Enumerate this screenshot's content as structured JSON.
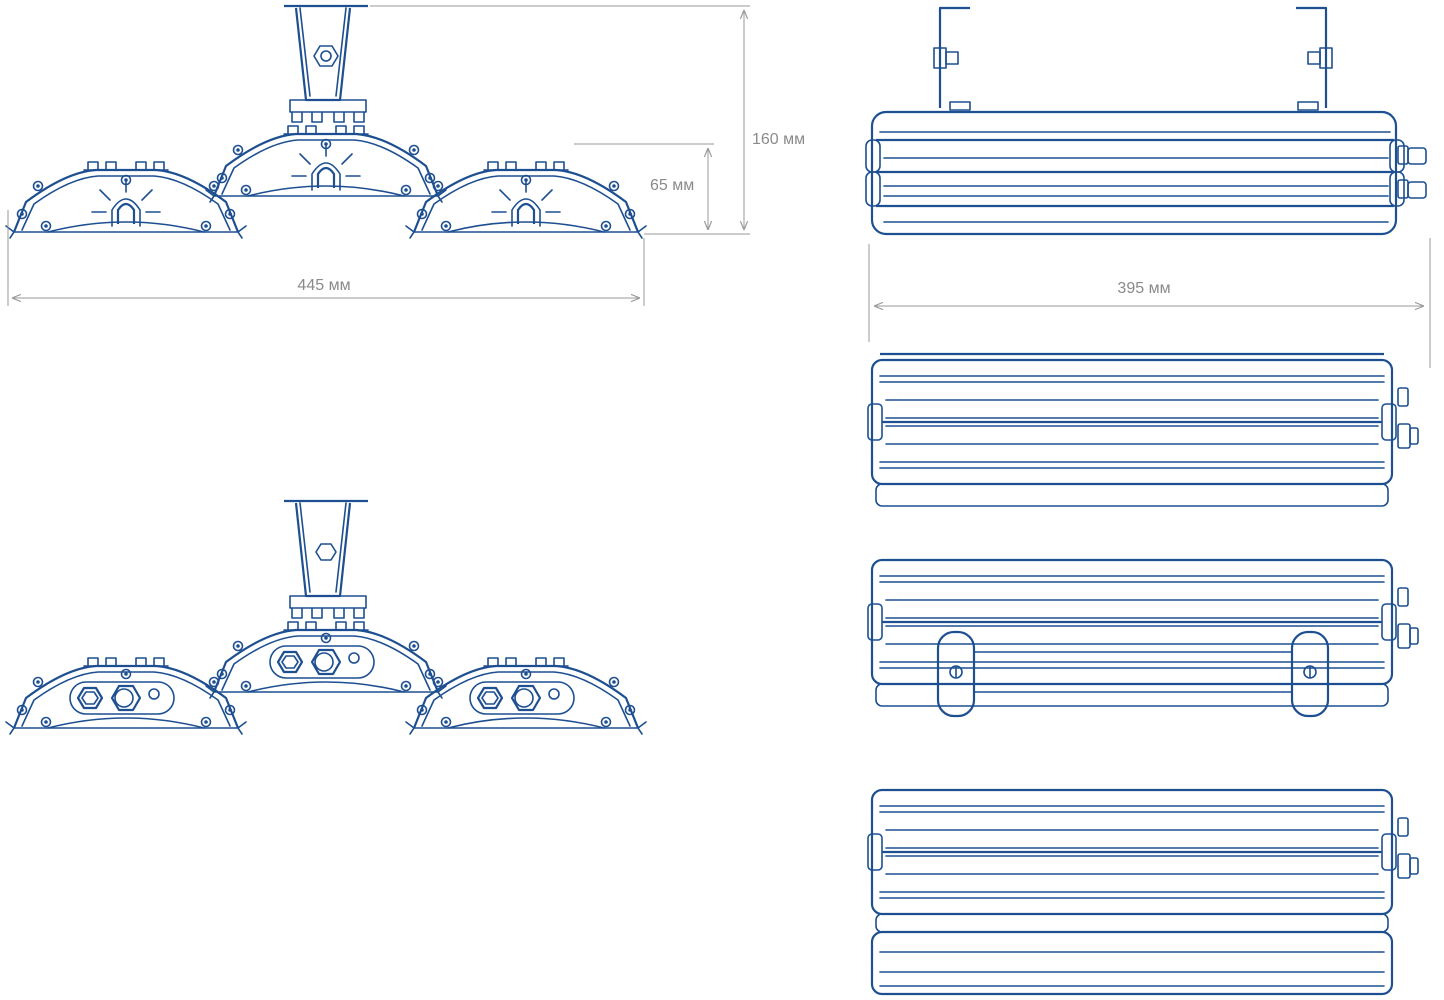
{
  "dimensions": {
    "width_left": "445 мм",
    "height_total": "160 мм",
    "height_module": "65 мм",
    "width_right": "395 мм"
  },
  "colors": {
    "ink": "#1d4f91",
    "dimension_line": "#9a9a9a",
    "dimension_text": "#8a8a8a"
  }
}
